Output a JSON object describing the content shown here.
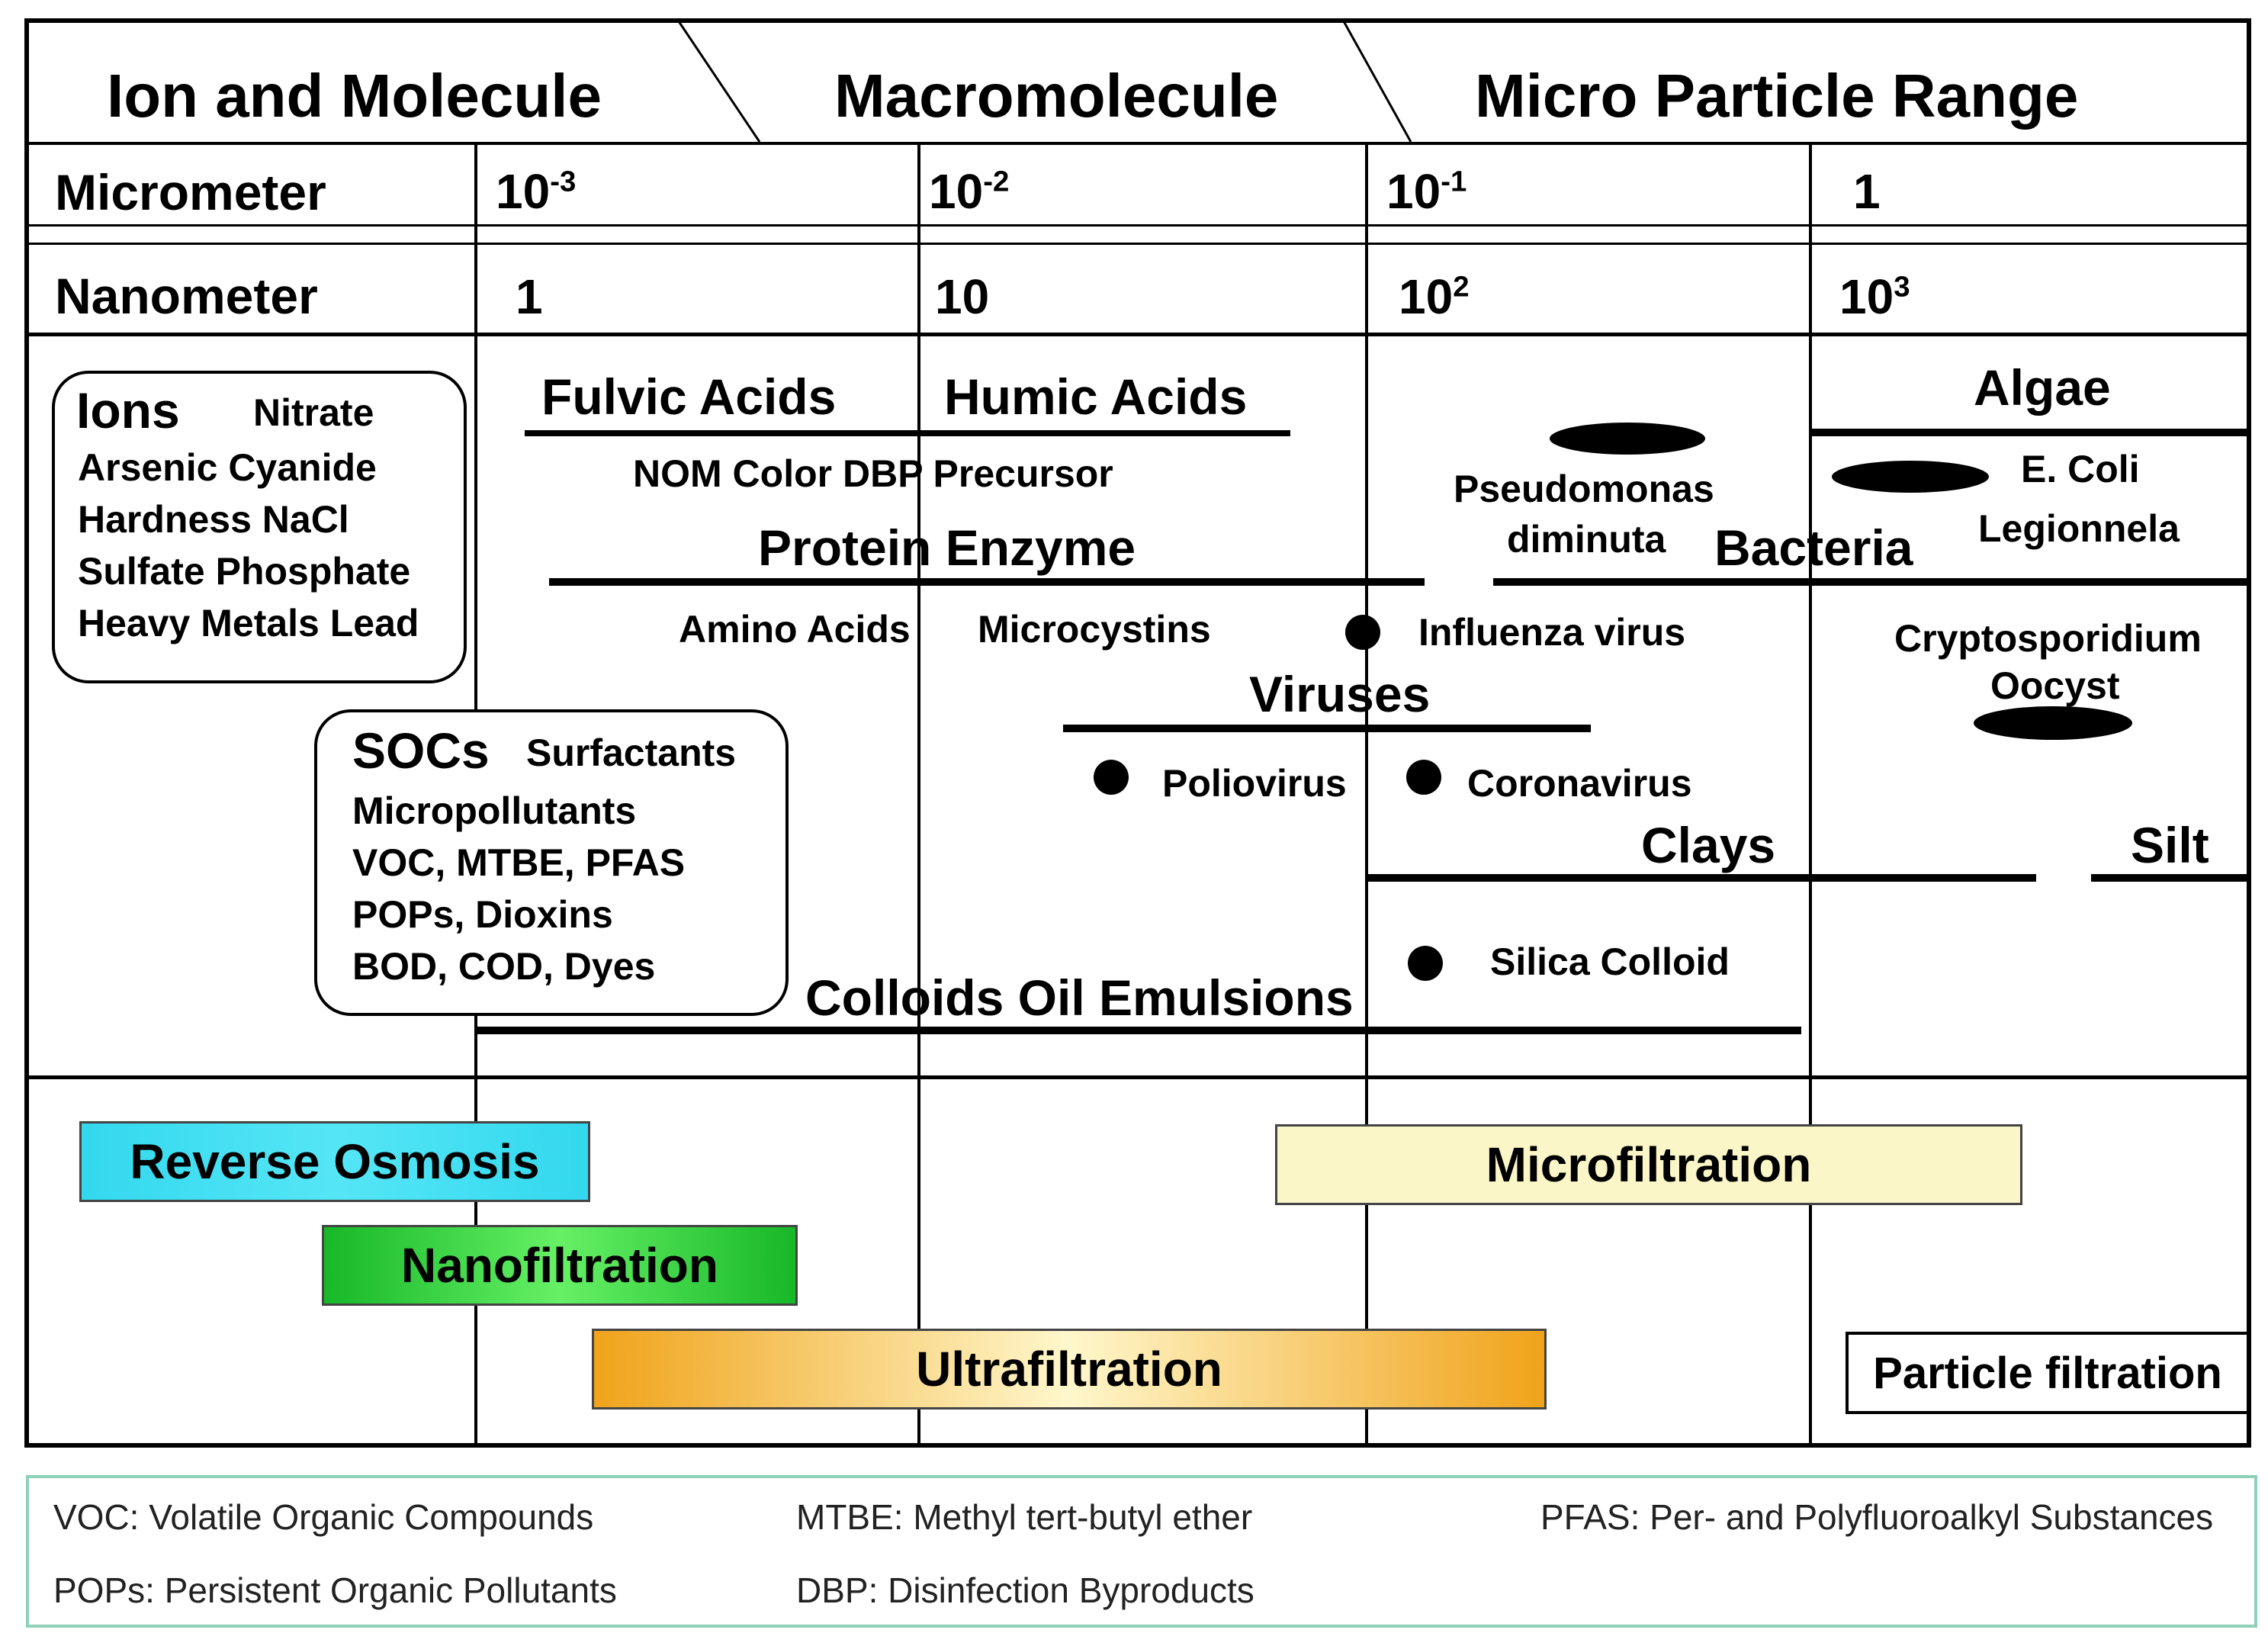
{
  "header": {
    "ion_molecule": "Ion and Molecule",
    "macromolecule": "Macromolecule",
    "micro_particle": "Micro Particle Range"
  },
  "scale": {
    "micrometer_label": "Micrometer",
    "nanometer_label": "Nanometer",
    "micrometer_ticks": [
      {
        "base": "10",
        "exp": "-3"
      },
      {
        "base": "10",
        "exp": "-2"
      },
      {
        "base": "10",
        "exp": "-1"
      },
      {
        "base": "1",
        "exp": ""
      }
    ],
    "nanometer_ticks": [
      {
        "base": "1",
        "exp": ""
      },
      {
        "base": "10",
        "exp": ""
      },
      {
        "base": "10",
        "exp": "2"
      },
      {
        "base": "10",
        "exp": "3"
      }
    ]
  },
  "ions_box": {
    "title": "Ions",
    "line1_extra": "Nitrate",
    "line2": "Arsenic  Cyanide",
    "line3": "Hardness  NaCl",
    "line4": "Sulfate  Phosphate",
    "line5": "Heavy Metals Lead"
  },
  "socs_box": {
    "title": "SOCs",
    "line1_extra": "Surfactants",
    "line2": "Micropollutants",
    "line3": "VOC, MTBE, PFAS",
    "line4": "POPs, Dioxins",
    "line5": "BOD,  COD, Dyes"
  },
  "contaminants": {
    "fulvic": "Fulvic Acids",
    "humic": "Humic Acids",
    "nom": "NOM   Color  DBP Precursor",
    "protein": "Protein  Enzyme",
    "amino": "Amino Acids",
    "microcystins": "Microcystins",
    "influenza": "Influenza virus",
    "viruses": "Viruses",
    "poliovirus": "Poliovirus",
    "coronavirus": "Coronavirus",
    "clays": "Clays",
    "silt": "Silt",
    "silica": "Silica Colloid",
    "colloids": "Colloids  Oil Emulsions",
    "algae": "Algae",
    "pseudomonas1": "Pseudomonas",
    "pseudomonas2": "diminuta",
    "bacteria": "Bacteria",
    "ecoli": "E. Coli",
    "legionnela": "Legionnela",
    "crypto1": "Cryptosporidium",
    "crypto2": "Oocyst"
  },
  "processes": {
    "ro": "Reverse Osmosis",
    "nf": "Nanofiltration",
    "uf": "Ultrafiltration",
    "mf": "Microfiltration",
    "pf": "Particle filtration"
  },
  "colors": {
    "ro": "#33e0f0",
    "nf": "#22c02a",
    "uf": "#f2b022",
    "mf": "#fbf6c8",
    "legend_border": "#8fd0b8"
  },
  "legend": {
    "voc": "VOC: Volatile  Organic  Compounds",
    "mtbe": "MTBE: Methyl  tert-butyl  ether",
    "pfas": "PFAS: Per- and  Polyfluoroalkyl  Substances",
    "pops": "POPs: Persistent  Organic  Pollutants",
    "dbp": "DBP: Disinfection  Byproducts"
  }
}
